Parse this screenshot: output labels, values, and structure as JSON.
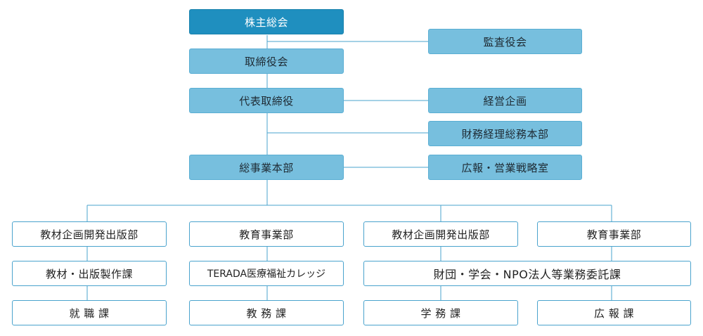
{
  "org": {
    "shareholders": "株主総会",
    "auditor": "監査役会",
    "board": "取締役会",
    "representative": "代表取締役",
    "management_planning": "経営企画",
    "finance_general_hq": "財務経理総務本部",
    "general_business_hq": "総事業本部",
    "pr_strategy": "広報・営業戦略室",
    "col1": {
      "dept": "教材企画開発出版部",
      "sec1": "教材・出版製作課",
      "sec2": "就 職 課"
    },
    "col2": {
      "dept": "教育事業部",
      "sec1": "TERADA医療福祉カレッジ",
      "sec2": "教 務 課"
    },
    "col3": {
      "dept": "教材企画開発出版部",
      "sec2": "学 務 課"
    },
    "col4": {
      "dept": "教育事業部",
      "sec2": "広 報 課"
    },
    "foundation_section": "財団・学会・NPO法人等業務委託課"
  }
}
